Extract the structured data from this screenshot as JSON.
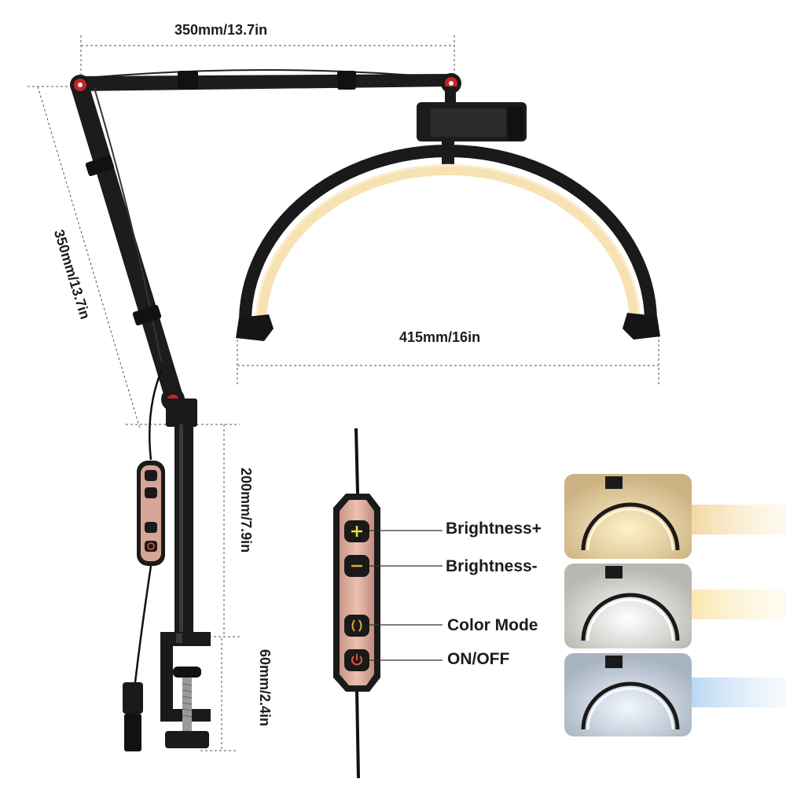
{
  "dimensions": {
    "top_arm": "350mm/13.7in",
    "side_arm": "350mm/13.7in",
    "lamp_width": "415mm/16in",
    "pole_height": "200mm/7.9in",
    "clamp_height": "60mm/2.4in"
  },
  "controls": {
    "brightness_up": "Brightness+",
    "brightness_down": "Brightness-",
    "color_mode": "Color Mode",
    "power": "ON/OFF"
  },
  "color_modes": [
    {
      "mode": "warm",
      "color": "#f8dca4"
    },
    {
      "mode": "neutral",
      "color": "#fbeec4"
    },
    {
      "mode": "cool",
      "color": "#c8e0f4"
    }
  ],
  "colors": {
    "controller": "#e2b3a3",
    "frame": "#1a1a1a",
    "joint": "#c4242a",
    "button_plus": "#e8e23a",
    "button_minus": "#e6a530",
    "button_power": "#e0553a"
  }
}
